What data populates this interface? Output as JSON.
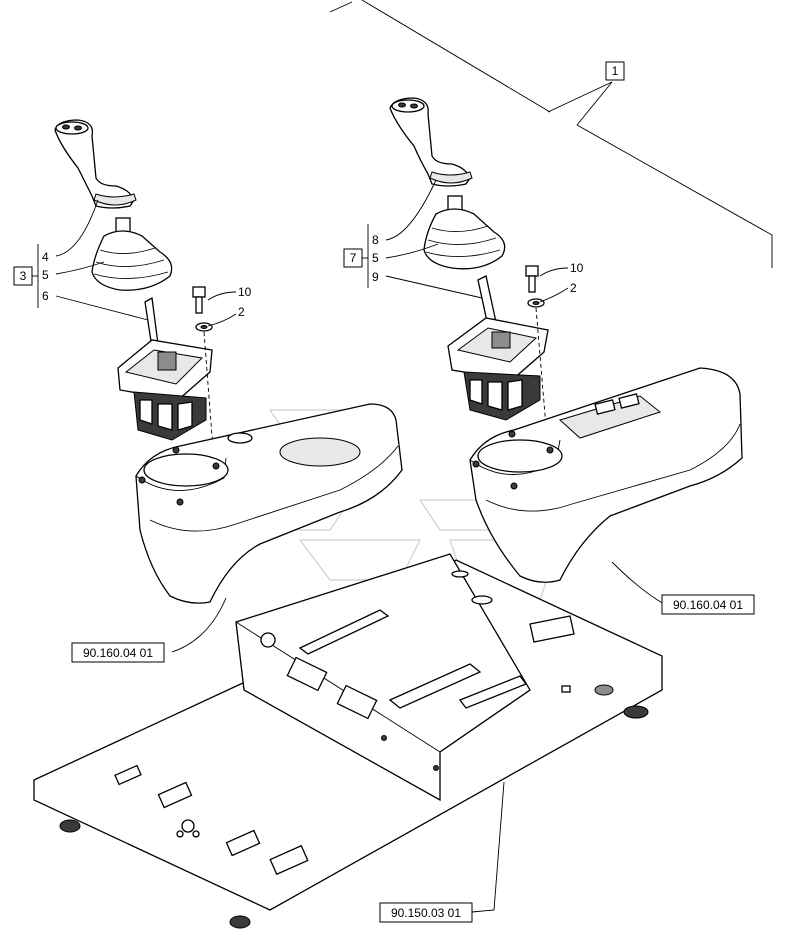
{
  "callouts": {
    "item1": "1",
    "item2_left": "2",
    "item2_right": "2",
    "item3": "3",
    "item4": "4",
    "item5_left": "5",
    "item5_right": "5",
    "item6": "6",
    "item7": "7",
    "item8": "8",
    "item9": "9",
    "item10_left": "10",
    "item10_right": "10"
  },
  "references": {
    "console_right": "90.160.04 01",
    "console_left": "90.160.04 01",
    "floor_plate": "90.150.03 01"
  }
}
